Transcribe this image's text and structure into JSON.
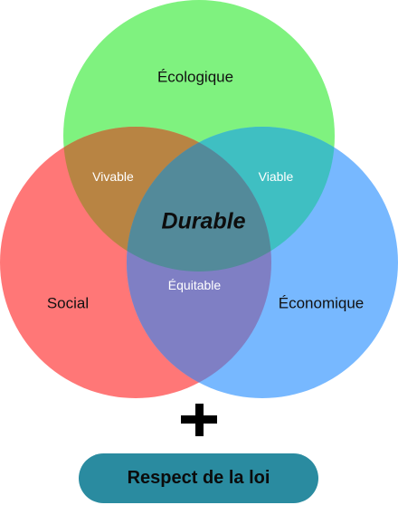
{
  "diagram": {
    "sets": [
      {
        "key": "ecologique",
        "label": "Écologique",
        "color": "#7ff27f"
      },
      {
        "key": "social",
        "label": "Social",
        "color": "#ff7777"
      },
      {
        "key": "economique",
        "label": "Économique",
        "color": "#77b8ff"
      }
    ],
    "overlaps": {
      "vivable": "Vivable",
      "viable": "Viable",
      "equitable": "Équitable"
    },
    "center": "Durable",
    "overlap_colors": {
      "vivable": "#b88443",
      "viable": "#3fbfc2",
      "equitable": "#7f7fc4",
      "center": "#538a9a"
    }
  },
  "plus_icon": "plus-icon",
  "footer": {
    "label": "Respect de la loi",
    "color": "#2a8ba0"
  }
}
